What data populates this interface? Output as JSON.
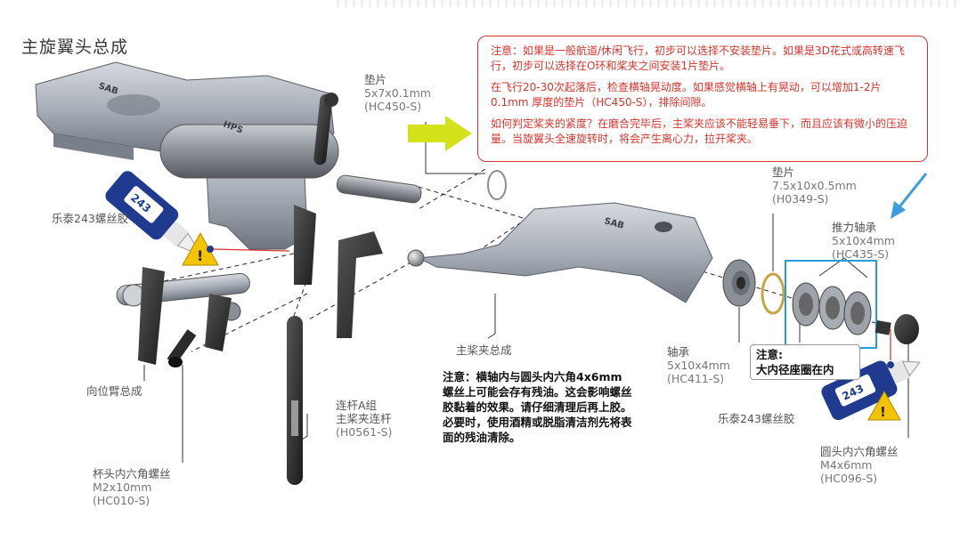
{
  "title": "主旋翼头总成",
  "notes": {
    "red_box": [
      "注意：如果是一般航道/休闲飞行，初步可以选择不安装垫片。如果是3D花式或高转速飞行，初步可以选择在O环和桨夹之间安装1片垫片。",
      "在飞行20-30次起落后，检查横轴晃动度。如果感觉横轴上有晃动，可以增加1-2片 0.1mm 厚度的垫片（HC450-S），排除间隙。",
      "如何判定桨夹的紧度？在磨合完毕后，主桨夹应该不能轻易垂下，而且应该有微小的压迫量。当旋翼头全速旋转时，将会产生离心力，拉开桨夹。"
    ],
    "oil": "注意：横轴内与圆头内六角4x6mm 螺丝上可能会存有残油。这会影响螺丝胶黏着的效果。请仔细清理后再上胶。必要时，使用酒精或脱脂清洁剂先将表面的残油清除。",
    "ring": [
      "注意:",
      "大内径座圈在内"
    ]
  },
  "labels": {
    "shim1": [
      "垫片",
      "5x7x0.1mm",
      "(HC450-S)"
    ],
    "shim2": [
      "垫片",
      "7.5x10x0.5mm",
      "(H0349-S)"
    ],
    "thrust": [
      "推力轴承",
      "5x10x4mm",
      "(HC435-S)"
    ],
    "bearing": [
      "轴承",
      "5x10x4mm",
      "(HC411-S)"
    ],
    "grip": "主桨夹总成",
    "linkage": [
      "连杆A组",
      "主桨夹连杆",
      "(H0561-S)"
    ],
    "arm": "向位臂总成",
    "screw1": [
      "杯头内六角螺丝",
      "M2x10mm",
      "(HC010-S)"
    ],
    "screw2": [
      "圆头内六角螺丝",
      "M4x6mm",
      "(HC096-S)"
    ],
    "loctite_left": "乐泰243螺丝胶",
    "loctite_right": "乐泰243螺丝胶"
  },
  "bottle_text": "243",
  "part_marks": [
    "SAB",
    "HPS",
    "SAB"
  ],
  "colors": {
    "note_red": "#d7332b",
    "arrow_yellow": "#d4e21c",
    "arrow_blue": "#3a9de0",
    "highlight_box": "#1f9fe0",
    "metal": "#a9afb8",
    "dark_part": "#2b2b2b",
    "bottle_blue": "#1f3a8f",
    "shim_gold": "#c9a441"
  }
}
